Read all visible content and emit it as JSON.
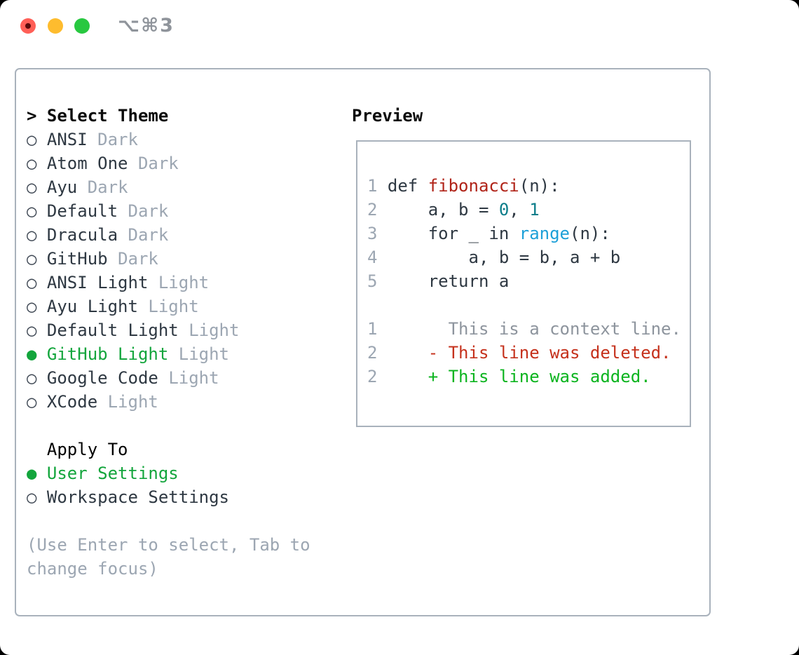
{
  "titlebar": {
    "shortcut": "⌥⌘3"
  },
  "theme_panel": {
    "header": {
      "prefix": ">",
      "label": "Select Theme"
    },
    "markers": {
      "selected": "●",
      "unselected": "○"
    },
    "items": [
      {
        "name": "ANSI",
        "variant": "Dark",
        "selected": false
      },
      {
        "name": "Atom One",
        "variant": "Dark",
        "selected": false
      },
      {
        "name": "Ayu",
        "variant": "Dark",
        "selected": false
      },
      {
        "name": "Default",
        "variant": "Dark",
        "selected": false
      },
      {
        "name": "Dracula",
        "variant": "Dark",
        "selected": false
      },
      {
        "name": "GitHub",
        "variant": "Dark",
        "selected": false
      },
      {
        "name": "ANSI Light",
        "variant": "Light",
        "selected": false
      },
      {
        "name": "Ayu Light",
        "variant": "Light",
        "selected": false
      },
      {
        "name": "Default Light",
        "variant": "Light",
        "selected": false
      },
      {
        "name": "GitHub Light",
        "variant": "Light",
        "selected": true
      },
      {
        "name": "Google Code",
        "variant": "Light",
        "selected": false
      },
      {
        "name": "XCode",
        "variant": "Light",
        "selected": false
      }
    ],
    "apply_to": {
      "header": "Apply To",
      "options": [
        {
          "name": "User Settings",
          "selected": true
        },
        {
          "name": "Workspace Settings",
          "selected": false
        }
      ]
    },
    "hint": "(Use Enter to select, Tab to change focus)"
  },
  "preview": {
    "title": "Preview",
    "code_lines": [
      [
        {
          "t": "1",
          "s": "num"
        },
        {
          "t": " def ",
          "s": "code"
        },
        {
          "t": "fibonacci",
          "s": "func"
        },
        {
          "t": "(n):",
          "s": "code"
        }
      ],
      [
        {
          "t": "2",
          "s": "num"
        },
        {
          "t": "     a, b = ",
          "s": "code"
        },
        {
          "t": "0",
          "s": "number"
        },
        {
          "t": ", ",
          "s": "code"
        },
        {
          "t": "1",
          "s": "number"
        }
      ],
      [
        {
          "t": "3",
          "s": "num"
        },
        {
          "t": "     for _ in ",
          "s": "code"
        },
        {
          "t": "range",
          "s": "builtin"
        },
        {
          "t": "(n):",
          "s": "code"
        }
      ],
      [
        {
          "t": "4",
          "s": "num"
        },
        {
          "t": "         a, b = b, a + b",
          "s": "code"
        }
      ],
      [
        {
          "t": "5",
          "s": "num"
        },
        {
          "t": "     return a",
          "s": "code"
        }
      ],
      [],
      [
        {
          "t": "1",
          "s": "num"
        },
        {
          "t": "       This is a context line.",
          "s": "context"
        }
      ],
      [
        {
          "t": "2",
          "s": "num"
        },
        {
          "t": "     ",
          "s": "code"
        },
        {
          "t": "- This line was deleted.",
          "s": "deleted"
        }
      ],
      [
        {
          "t": "2",
          "s": "num"
        },
        {
          "t": "     ",
          "s": "code"
        },
        {
          "t": "+ This line was added.",
          "s": "added"
        }
      ]
    ]
  },
  "colors": {
    "accent_green": "#13a53c",
    "added_green": "#0cb41f",
    "deleted_red": "#c5311c",
    "function_red": "#b02318",
    "number_teal": "#0c7d8a",
    "builtin_blue": "#1da0d8",
    "text_dark": "#2e3842",
    "muted_gray": "#9ca6b2",
    "context_gray": "#8d949d",
    "border_gray": "#a9b2bc",
    "traffic_red": "#ff5f57",
    "traffic_red_dot": "#5a0a0a",
    "traffic_yellow": "#febc2e",
    "traffic_green": "#28c840"
  }
}
